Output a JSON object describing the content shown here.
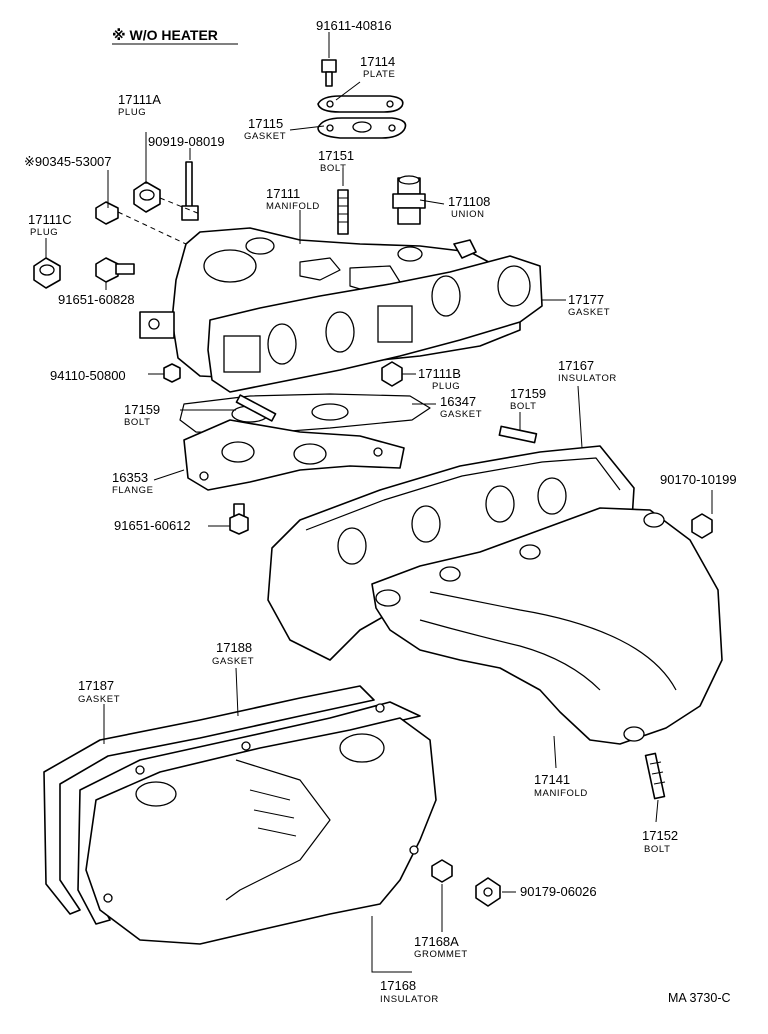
{
  "header": {
    "note": "※ W/O HEATER"
  },
  "reference_code": "MA 3730-C",
  "callouts": [
    {
      "id": "p-91611-40816",
      "number": "91611-40816",
      "name": ""
    },
    {
      "id": "p-17114",
      "number": "17114",
      "name": "PLATE"
    },
    {
      "id": "p-17115",
      "number": "17115",
      "name": "GASKET"
    },
    {
      "id": "p-17111A",
      "number": "17111A",
      "name": "PLUG"
    },
    {
      "id": "p-90919-08019",
      "number": "90919-08019",
      "name": ""
    },
    {
      "id": "p-90345-53007",
      "number": "※90345-53007",
      "name": ""
    },
    {
      "id": "p-17151",
      "number": "17151",
      "name": "BOLT"
    },
    {
      "id": "p-17111",
      "number": "17111",
      "name": "MANIFOLD"
    },
    {
      "id": "p-171108",
      "number": "171108",
      "name": "UNION"
    },
    {
      "id": "p-17111C",
      "number": "17111C",
      "name": "PLUG"
    },
    {
      "id": "p-91651-60828",
      "number": "91651-60828",
      "name": ""
    },
    {
      "id": "p-17177",
      "number": "17177",
      "name": "GASKET"
    },
    {
      "id": "p-94110-50800",
      "number": "94110-50800",
      "name": ""
    },
    {
      "id": "p-17111B",
      "number": "17111B",
      "name": "PLUG"
    },
    {
      "id": "p-17167",
      "number": "17167",
      "name": "INSULATOR"
    },
    {
      "id": "p-17159a",
      "number": "17159",
      "name": "BOLT"
    },
    {
      "id": "p-16347",
      "number": "16347",
      "name": "GASKET"
    },
    {
      "id": "p-17159b",
      "number": "17159",
      "name": "BOLT"
    },
    {
      "id": "p-16353",
      "number": "16353",
      "name": "FLANGE"
    },
    {
      "id": "p-90170-10199",
      "number": "90170-10199",
      "name": ""
    },
    {
      "id": "p-91651-60612",
      "number": "91651-60612",
      "name": ""
    },
    {
      "id": "p-17188",
      "number": "17188",
      "name": "GASKET"
    },
    {
      "id": "p-17187",
      "number": "17187",
      "name": "GASKET"
    },
    {
      "id": "p-17141",
      "number": "17141",
      "name": "MANIFOLD"
    },
    {
      "id": "p-17152",
      "number": "17152",
      "name": "BOLT"
    },
    {
      "id": "p-90179-06026",
      "number": "90179-06026",
      "name": ""
    },
    {
      "id": "p-17168A",
      "number": "17168A",
      "name": "GROMMET"
    },
    {
      "id": "p-17168",
      "number": "17168",
      "name": "INSULATOR"
    }
  ]
}
